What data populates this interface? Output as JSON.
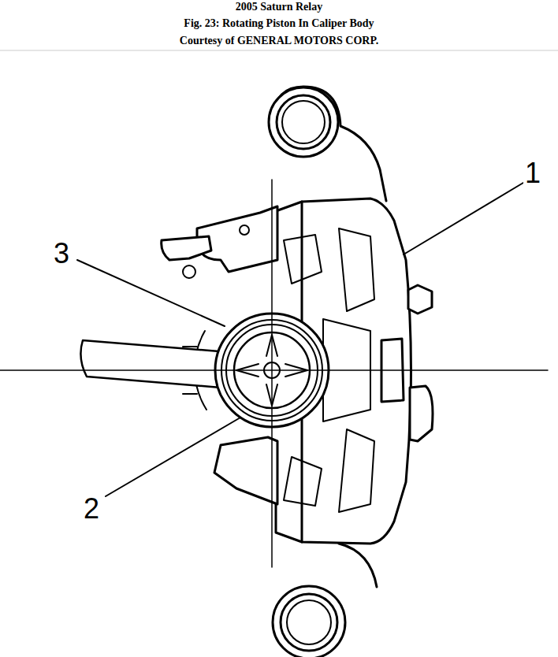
{
  "diagram": {
    "title": "2005 Saturn Relay",
    "caption": "Fig. 23: Rotating Piston In Caliper Body",
    "labels": [
      "Courtesy of GENERAL MOTORS CORP.",
      "1",
      "3",
      "2"
    ]
  }
}
